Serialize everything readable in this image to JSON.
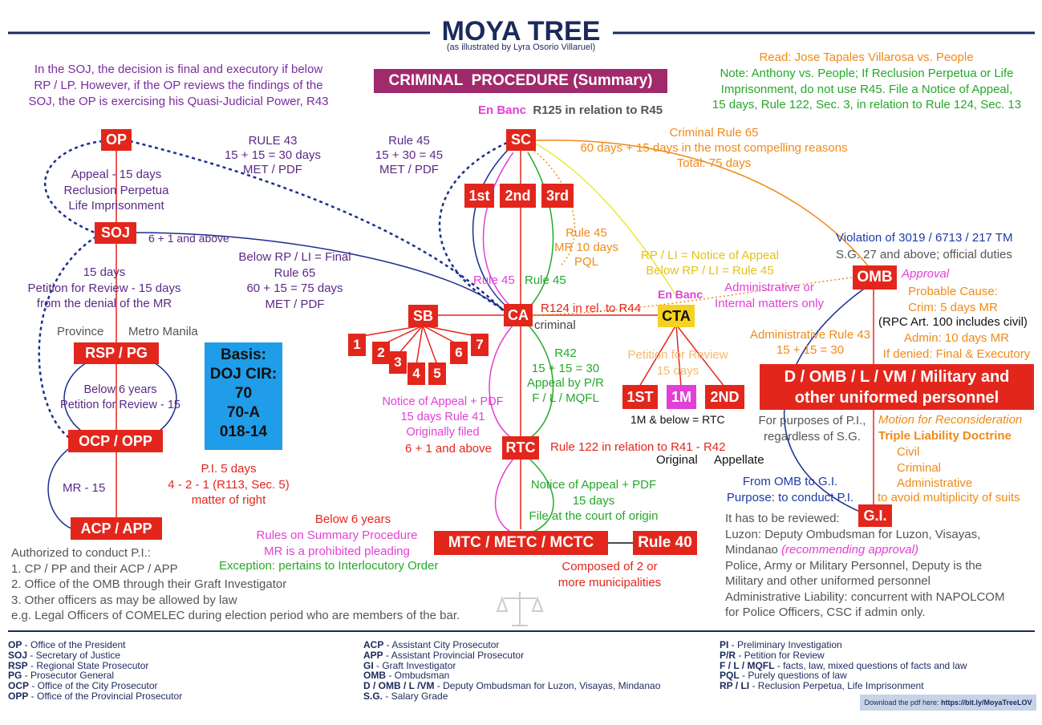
{
  "header": {
    "title": "MOYA TREE",
    "subtitle": "(as illustrated by Lyra Osorio Villaruel)",
    "badge": "CRIMINAL  PROCEDURE (Summary)"
  },
  "nodes": {
    "op": "OP",
    "soj": "SOJ",
    "rsp": "RSP / PG",
    "ocp": "OCP / OPP",
    "acp": "ACP / APP",
    "sc": "SC",
    "sc_1st": "1st",
    "sc_2nd": "2nd",
    "sc_3rd": "3rd",
    "sb": "SB",
    "sb_div": [
      "1",
      "2",
      "3",
      "4",
      "5",
      "6",
      "7"
    ],
    "ca": "CA",
    "cta": "CTA",
    "cta_1st": "1ST",
    "cta_1m": "1M",
    "cta_2nd": "2ND",
    "rtc": "RTC",
    "mtc": "MTC / METC / MCTC",
    "rule40": "Rule 40",
    "omb": "OMB",
    "domb": "D / OMB / L / VM / Military and other uniformed personnel",
    "gi": "G.I."
  },
  "basis": {
    "line1": "Basis:",
    "line2": "DOJ CIR:",
    "line3": "70",
    "line4": "70-A",
    "line5": "018-14"
  },
  "notes": {
    "soj_note": [
      "In the SOJ, the decision is final and executory if below",
      "RP / LP. However, if the OP reviews the findings of the",
      "SOJ, the OP is exercising his Quasi-Judicial Power, R43"
    ],
    "read": "Read: Jose Tapales Villarosa vs. People",
    "anthony": [
      "Note: Anthony vs. People; If Reclusion Perpetua or Life",
      "Imprisonment, do not use R45. File a Notice of Appeal,",
      "15 days, Rule 122, Sec. 3, in relation to Rule 124, Sec. 13"
    ],
    "en_banc_top": "En Banc",
    "r125": "R125 in relation to R45",
    "rule43": [
      "RULE 43",
      "15 + 15 = 30 days",
      "MET / PDF"
    ],
    "rule45_top": [
      "Rule 45",
      "15 + 30 = 45",
      "MET / PDF"
    ],
    "appeal15": [
      "Appeal - 15 days",
      "Reclusion Perpetua",
      "Life Imprisonment"
    ],
    "six_one": "6 + 1 and above",
    "below_rp": [
      "Below RP / LI = Final",
      "Rule 65",
      "60 + 15 = 75 days",
      "MET / PDF"
    ],
    "fifteen_days": [
      "15 days",
      "Petition for Review - 15 days",
      "from the denial of the MR"
    ],
    "province": "Province",
    "metro": "Metro Manila",
    "below6": [
      "Below 6 years",
      "Petition for Review - 15"
    ],
    "mr15": "MR - 15",
    "pi5": [
      "P.I. 5 days",
      "4 - 2 - 1  (R113, Sec. 5)",
      "matter of right"
    ],
    "crim65": [
      "Criminal Rule 65",
      "60 days + 15 days in the most compelling reasons",
      "Total: 75 days"
    ],
    "rule45_mr": [
      "Rule 45",
      "MR 10 days",
      "PQL"
    ],
    "rp_li": [
      "RP / LI = Notice of Appeal",
      "Below RP / LI = Rule 45"
    ],
    "en_banc_cta": "En Banc",
    "admin_int": [
      "Administrative or",
      "Internal matters only"
    ],
    "violation": "Violation of 3019 / 6713 / 217 TM",
    "sg27": "S.G. 27 and above; official duties",
    "approval": "Approval",
    "probable": [
      "Probable Cause:",
      "Crim: 5 days MR"
    ],
    "rpc100": "(RPC Art. 100 includes civil)",
    "admin10": [
      "Admin: 10 days MR",
      "If denied: Final & Executory"
    ],
    "rule45_l": "Rule 45",
    "rule45_r": "Rule 45",
    "r124": "R124 in rel. to R44",
    "criminal": "criminal",
    "admin43": [
      "Administrative Rule 43",
      "15 + 15 = 30"
    ],
    "pet_review": [
      "Petition for Review",
      "15 days"
    ],
    "r42": [
      "R42",
      "15 + 15 = 30",
      "Appeal by P/R",
      "F / L / MQFL"
    ],
    "notice_pdf": [
      "Notice of Appeal + PDF",
      "15 days  Rule 41"
    ],
    "orig_filed": [
      "Originally filed",
      "6 + 1 and above"
    ],
    "onem_below": "1M & below = RTC",
    "r122": "Rule 122 in relation to R41 - R42",
    "original": "Original",
    "appellate": "Appellate",
    "pi_purposes": [
      "For purposes of P.I.,",
      "regardless of S.G."
    ],
    "motion": "Motion for Reconsideration",
    "triple": "Triple Liability Doctrine",
    "civil_list": [
      "Civil",
      "Criminal",
      "Administrative"
    ],
    "multiplicity": "to avoid multiplicity of suits",
    "from_omb": [
      "From OMB to G.I.",
      "Purpose: to conduct P.I."
    ],
    "notice_mtc": [
      "Notice of Appeal + PDF",
      "15 days",
      "File at the court of origin"
    ],
    "below6_sum": "Below 6 years",
    "summary": [
      "Rules on Summary Procedure",
      "MR is a prohibited pleading"
    ],
    "exception": "Exception: pertains to Interlocutory Order",
    "composed": [
      "Composed of 2 or",
      "more municipalities"
    ],
    "authorized": [
      "Authorized to conduct P.I.:",
      "1.  CP / PP and their ACP / APP",
      "2.  Office of the  OMB through their Graft Investigator",
      "3.  Other officers as may be allowed by law",
      "e.g. Legal Officers of COMELEC during election period who are members of the bar."
    ],
    "reviewed": [
      "It has to be reviewed:",
      "Luzon: Deputy Ombudsman for Luzon, Visayas,"
    ],
    "mindanao": "Mindanao",
    "recommending": "(recommending approval)",
    "police": [
      "Police, Army or Military Personnel, Deputy is the",
      "Military and other uniformed personnel",
      "Administrative Liability: concurrent with NAPOLCOM",
      "for Police Officers, CSC if admin only."
    ]
  },
  "legend": {
    "col1": [
      {
        "abbr": "OP",
        "def": " - Office of the President"
      },
      {
        "abbr": "SOJ",
        "def": " - Secretary of Justice"
      },
      {
        "abbr": "RSP",
        "def": " - Regional State Prosecutor"
      },
      {
        "abbr": "PG",
        "def": " - Prosecutor General"
      },
      {
        "abbr": "OCP",
        "def": " - Office of the City Prosecutor"
      },
      {
        "abbr": "OPP",
        "def": " - Office of the Provincial Prosecutor"
      }
    ],
    "col2": [
      {
        "abbr": "ACP",
        "def": " - Assistant City Prosecutor"
      },
      {
        "abbr": "APP",
        "def": " - Assistant Provincial Prosecutor"
      },
      {
        "abbr": "GI",
        "def": " - Graft Investigator"
      },
      {
        "abbr": "OMB",
        "def": " - Ombudsman"
      },
      {
        "abbr": "D / OMB / L /VM",
        "def": " - Deputy Ombudsman for Luzon, Visayas, Mindanao"
      },
      {
        "abbr": "S.G.",
        "def": " - Salary Grade"
      }
    ],
    "col3": [
      {
        "abbr": "PI",
        "def": " - Preliminary Investigation"
      },
      {
        "abbr": "P/R",
        "def": " - Petition for Review"
      },
      {
        "abbr": "F / L / MQFL",
        "def": " - facts, law, mixed questions of facts and law"
      },
      {
        "abbr": "PQL",
        "def": " - Purely questions of law"
      },
      {
        "abbr": "RP / LI",
        "def": " - Reclusion Perpetua, Life Imprisonment"
      }
    ]
  },
  "download": {
    "label": "Download the pdf here: ",
    "link": "https://bit.ly/MoyaTreeLOV"
  }
}
